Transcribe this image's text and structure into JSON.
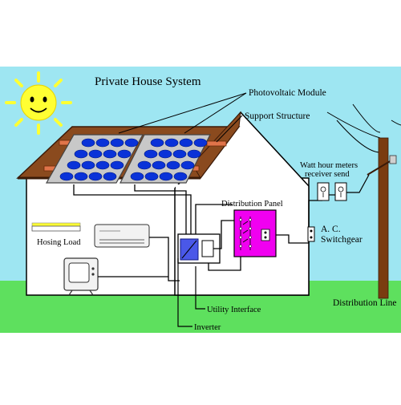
{
  "title": "Private House System",
  "labels": {
    "photovoltaic_module": "Photovoltaic Module",
    "support_structure": "Support Structure",
    "watt_hour_meters": "Watt hour meters",
    "receiver_send": "receiver  send",
    "distribution_panel": "Distribution Panel",
    "ac": "A. C.",
    "switchgear": "Switchgear",
    "hosing_load": "Hosing Load",
    "utility_interface": "Utility Interface",
    "inverter": "Inverter",
    "distribution_line": "Distribution Line"
  },
  "colors": {
    "sky": "#9ee6f2",
    "grass": "#5ee05e",
    "roof": "#8a4a1e",
    "panel_cell": "#0a32d8",
    "panel_frame": "#c0c0c0",
    "sun": "#ffff33",
    "distribution_panel": "#f000f0",
    "inverter_box": "#2830c8",
    "pole": "#7a3c10",
    "bracket": "#e0744a"
  },
  "icons": [
    "sun-icon",
    "solar-panel-icon",
    "air-conditioner-icon",
    "tv-icon",
    "light-fixture-icon",
    "meter-icon",
    "utility-pole-icon"
  ]
}
